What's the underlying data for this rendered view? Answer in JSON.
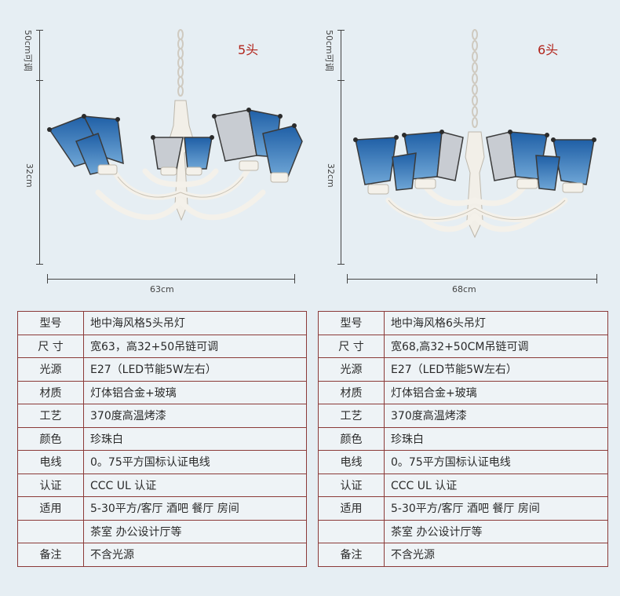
{
  "left": {
    "heads_label": "5头",
    "chain_label": "50cm可调",
    "height_label": "32cm",
    "width_label": "63cm",
    "specs": [
      {
        "key": "型号",
        "value": "地中海风格5头吊灯"
      },
      {
        "key": "尺 寸",
        "value": "宽63，高32+50吊链可调"
      },
      {
        "key": "光源",
        "value": "E27（LED节能5W左右）"
      },
      {
        "key": "材质",
        "value": "灯体铝合金+玻璃"
      },
      {
        "key": "工艺",
        "value": "370度高温烤漆"
      },
      {
        "key": "颜色",
        "value": "珍珠白"
      },
      {
        "key": "电线",
        "value": "0。75平方国标认证电线"
      },
      {
        "key": "认证",
        "value": "CCC UL 认证"
      },
      {
        "key": "适用",
        "value": "5-30平方/客厅 酒吧 餐厅 房间"
      },
      {
        "key": "",
        "value": "茶室 办公设计厅等"
      },
      {
        "key": "备注",
        "value": "不含光源"
      }
    ]
  },
  "right": {
    "heads_label": "6头",
    "chain_label": "50cm可调",
    "height_label": "32cm",
    "width_label": "68cm",
    "specs": [
      {
        "key": "型号",
        "value": "地中海风格6头吊灯"
      },
      {
        "key": "尺 寸",
        "value": "宽68,高32+50CM吊链可调"
      },
      {
        "key": "光源",
        "value": "E27（LED节能5W左右）"
      },
      {
        "key": "材质",
        "value": "灯体铝合金+玻璃"
      },
      {
        "key": "工艺",
        "value": "370度高温烤漆"
      },
      {
        "key": "颜色",
        "value": "珍珠白"
      },
      {
        "key": "电线",
        "value": "0。75平方国标认证电线"
      },
      {
        "key": "认证",
        "value": "CCC UL 认证"
      },
      {
        "key": "适用",
        "value": "5-30平方/客厅 酒吧 餐厅 房间"
      },
      {
        "key": "",
        "value": "茶室 办公设计厅等"
      },
      {
        "key": "备注",
        "value": "不含光源"
      }
    ]
  },
  "colors": {
    "background": "#e6eef3",
    "table_border": "#8b3a38",
    "heads_label": "#b2251c",
    "glass_blue": "#2f6fb0",
    "frame_white": "#f2efe8"
  }
}
